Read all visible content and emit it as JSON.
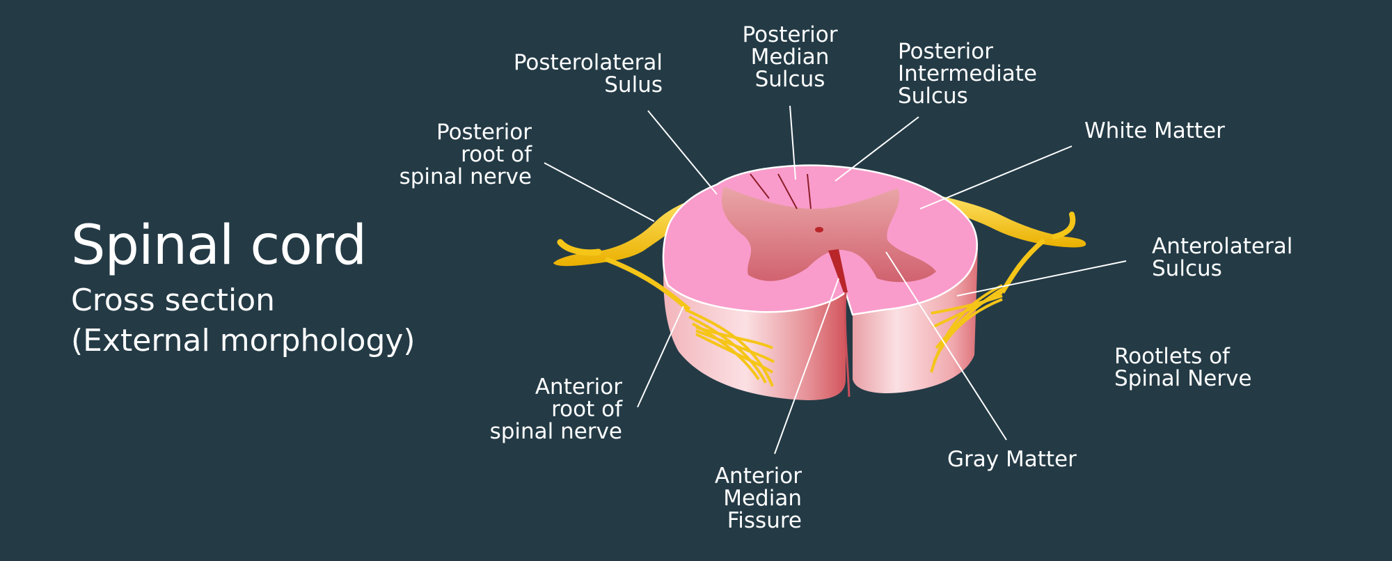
{
  "title": {
    "main": "Spinal cord",
    "subtitle_line1": "Cross section",
    "subtitle_line2": "(External morphology)"
  },
  "colors": {
    "background": "#243b46",
    "white_matter": "#f99ccb",
    "gray_matter": "#d9737f",
    "nerve": "#f5c518",
    "cord_side": "#f2b7bd",
    "fissure": "#b8262a",
    "text": "#ffffff"
  },
  "labels": {
    "posterolateral_sulcus": "Posterolateral\nSulus",
    "posterior_median_sulcus": "Posterior\nMedian\nSulcus",
    "posterior_intermediate_sulcus": "Posterior\nIntermediate\nSulcus",
    "posterior_root": "Posterior\nroot of\nspinal nerve",
    "white_matter": "White Matter",
    "anterolateral_sulcus": "Anterolateral\nSulcus",
    "rootlets": "Rootlets of\nSpinal Nerve",
    "anterior_root": "Anterior\nroot of\nspinal nerve",
    "anterior_median_fissure": "Anterior\nMedian\nFissure",
    "gray_matter": "Gray Matter"
  }
}
